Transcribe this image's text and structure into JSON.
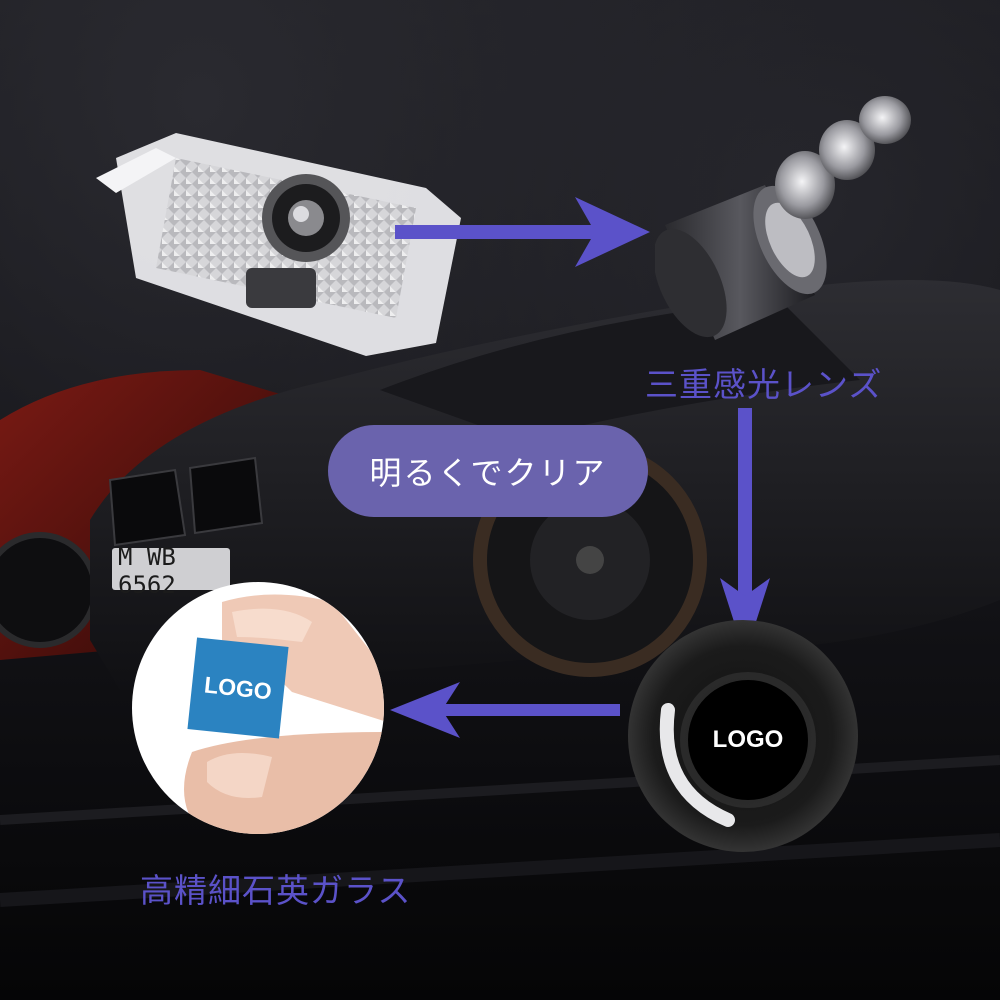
{
  "captions": {
    "lens": "三重感光レンズ",
    "pill": "明るくでクリア",
    "glass": "高精細石英ガラス"
  },
  "white_disc": {
    "logo_text": "LOGO"
  },
  "dark_disc": {
    "logo_text": "LOGO"
  },
  "car": {
    "plate_text": "M WB 6562"
  },
  "colors": {
    "accent_purple": "#5b52c9",
    "pill_purple": "#6a63ad",
    "logo_blue": "#2b83c1"
  },
  "icons": [
    "arrow-right-icon",
    "arrow-down-icon",
    "arrow-left-icon"
  ]
}
